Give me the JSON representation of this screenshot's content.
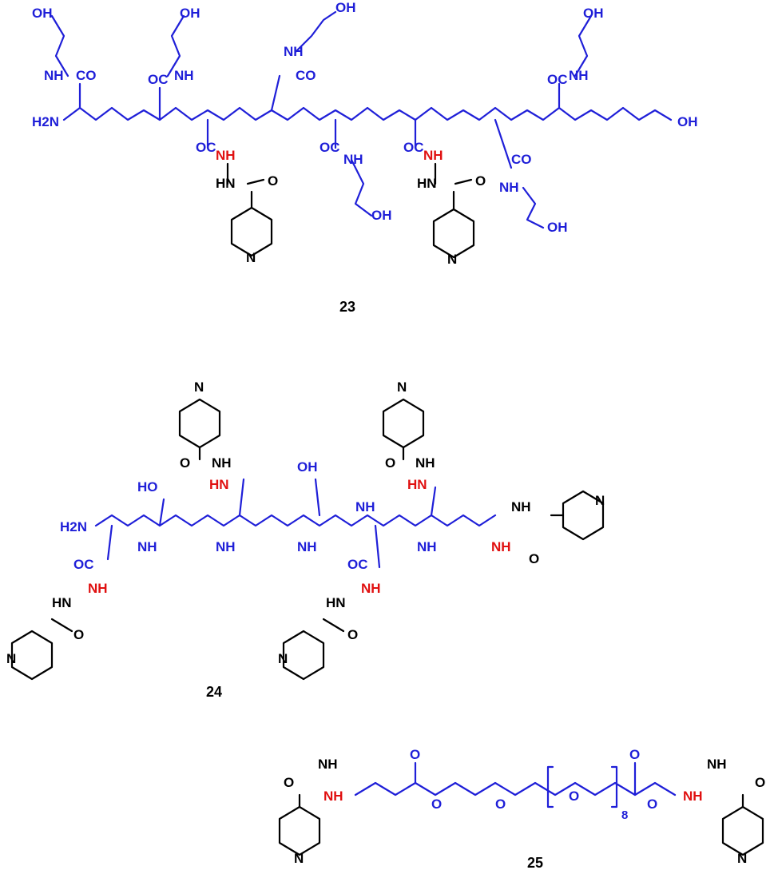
{
  "compounds": [
    {
      "id": "23"
    },
    {
      "id": "24"
    },
    {
      "id": "25"
    }
  ],
  "atoms": {
    "oh": "OH",
    "o": "O",
    "n": "N",
    "nh": "NH",
    "hn": "HN",
    "h2n": "H2N",
    "oc": "OC",
    "hooc": "HO",
    "cooh": "OH",
    "co": "CO",
    "repeat": "8"
  },
  "colors": {
    "peptide_backbone": "#1f1fd8",
    "linker_nh": "#e01010",
    "isonicotinoyl": "#000000"
  }
}
